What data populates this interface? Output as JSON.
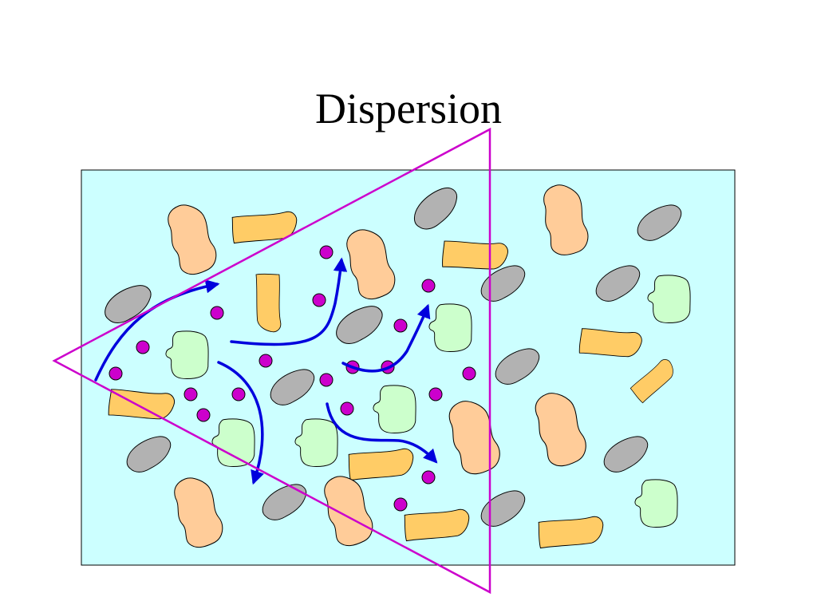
{
  "slide": {
    "title": "Dispersion"
  },
  "colors": {
    "background": "#ffffff",
    "medium": "#ccffff",
    "peach_particle": "#ffcc99",
    "orange_particle": "#ffcc66",
    "gray_particle": "#b2b2b2",
    "green_particle": "#ccffcc",
    "dispersed_dot": "#cc00cc",
    "flow_arrow": "#0000dd",
    "triangle": "#cc00cc",
    "outline": "#000000"
  },
  "diagram": {
    "medium_box": "liquid-medium",
    "dispersed_phase": "dots",
    "flow": "arrows",
    "highlight": "triangle"
  }
}
